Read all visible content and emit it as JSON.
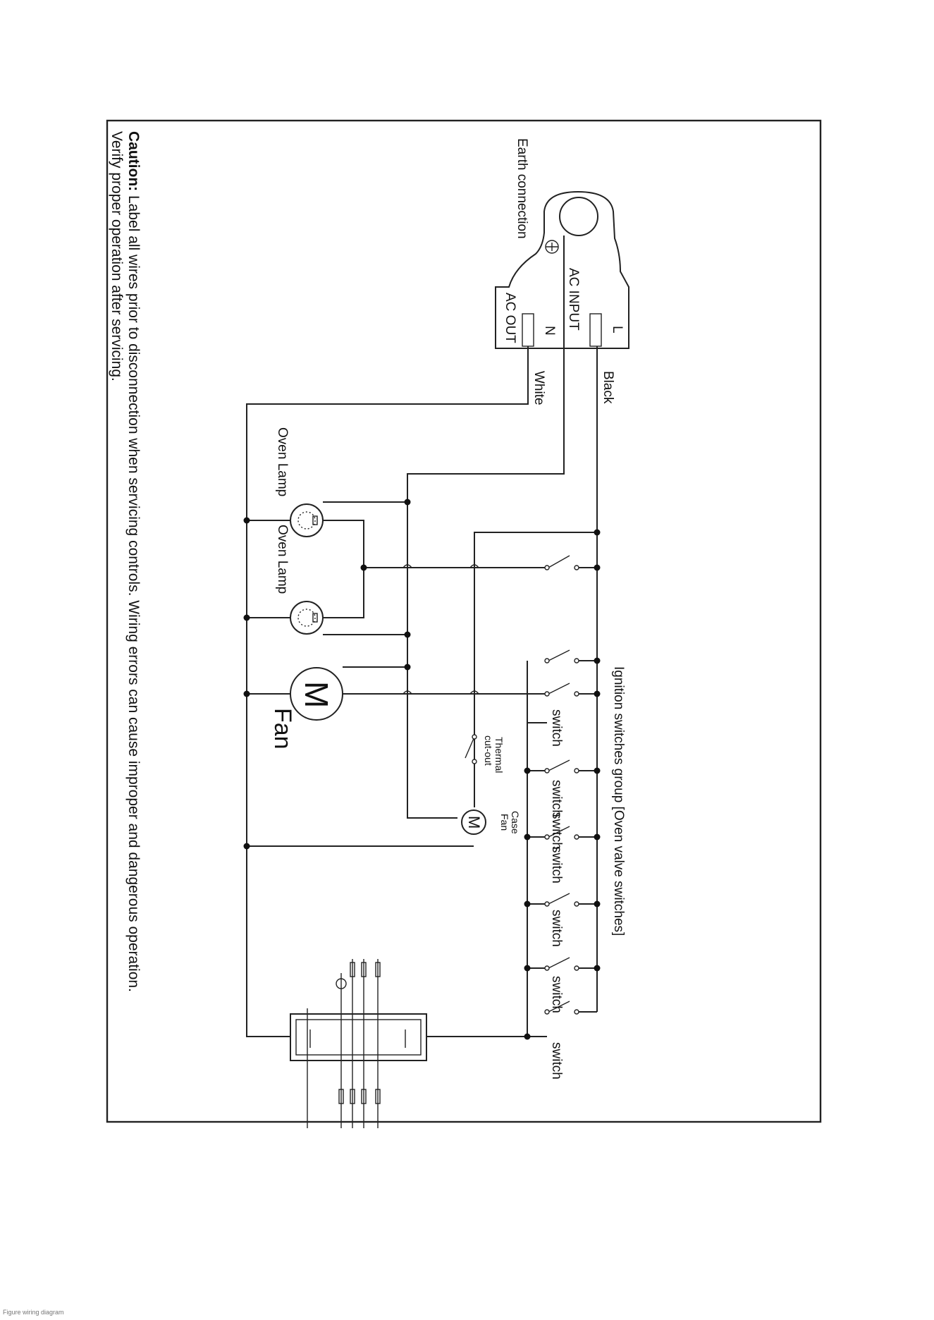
{
  "labels": {
    "earth": "Earth connection",
    "ac_input": "AC INPUT",
    "ac_out": "AC OUT",
    "l": "L",
    "n": "N",
    "black": "Black",
    "white": "White",
    "oven_lamp_1": "Oven Lamp",
    "oven_lamp_2": "Oven Lamp",
    "fan_motor": "M",
    "fan": "Fan",
    "thermal": "Thermal",
    "cutout": "cut-out",
    "case": "Case",
    "case_fan": "Fan",
    "case_motor": "M",
    "switch_group": "Ignition switches group [Oven valve switches]",
    "switches": [
      "switch",
      "switch",
      "switch",
      "switch",
      "switch",
      "switch",
      "switch"
    ]
  },
  "caution": {
    "bold": "Caution:",
    "line1": " Label all wires prior to disconnection when servicing controls. Wiring errors can cause improper and dangerous operation.",
    "line2": "Verify proper operation after servicing."
  },
  "footer": "Figure wiring diagram"
}
